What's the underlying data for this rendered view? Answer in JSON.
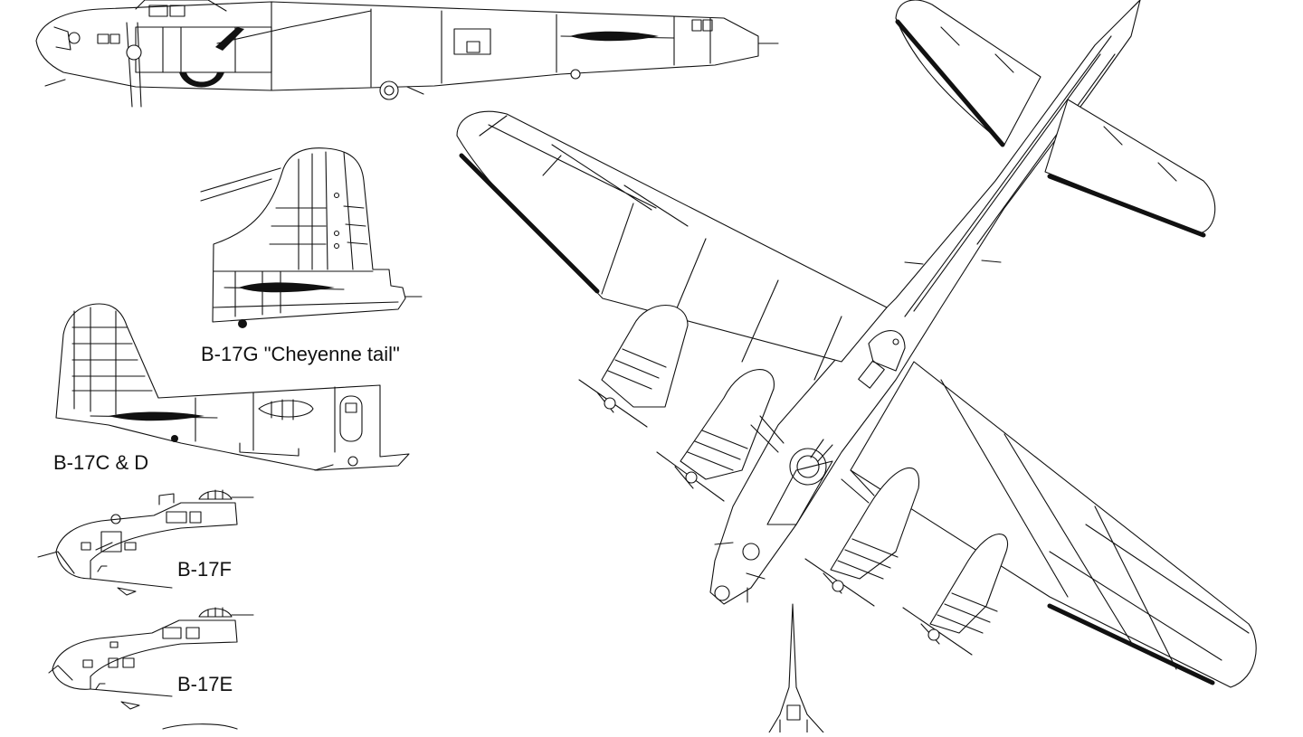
{
  "labels": {
    "cheyenne_tail": "B-17G \"Cheyenne tail\"",
    "c_and_d": "B-17C & D",
    "f": "B-17F",
    "e": "B-17E"
  },
  "colors": {
    "line": "#111111",
    "background": "#ffffff"
  }
}
